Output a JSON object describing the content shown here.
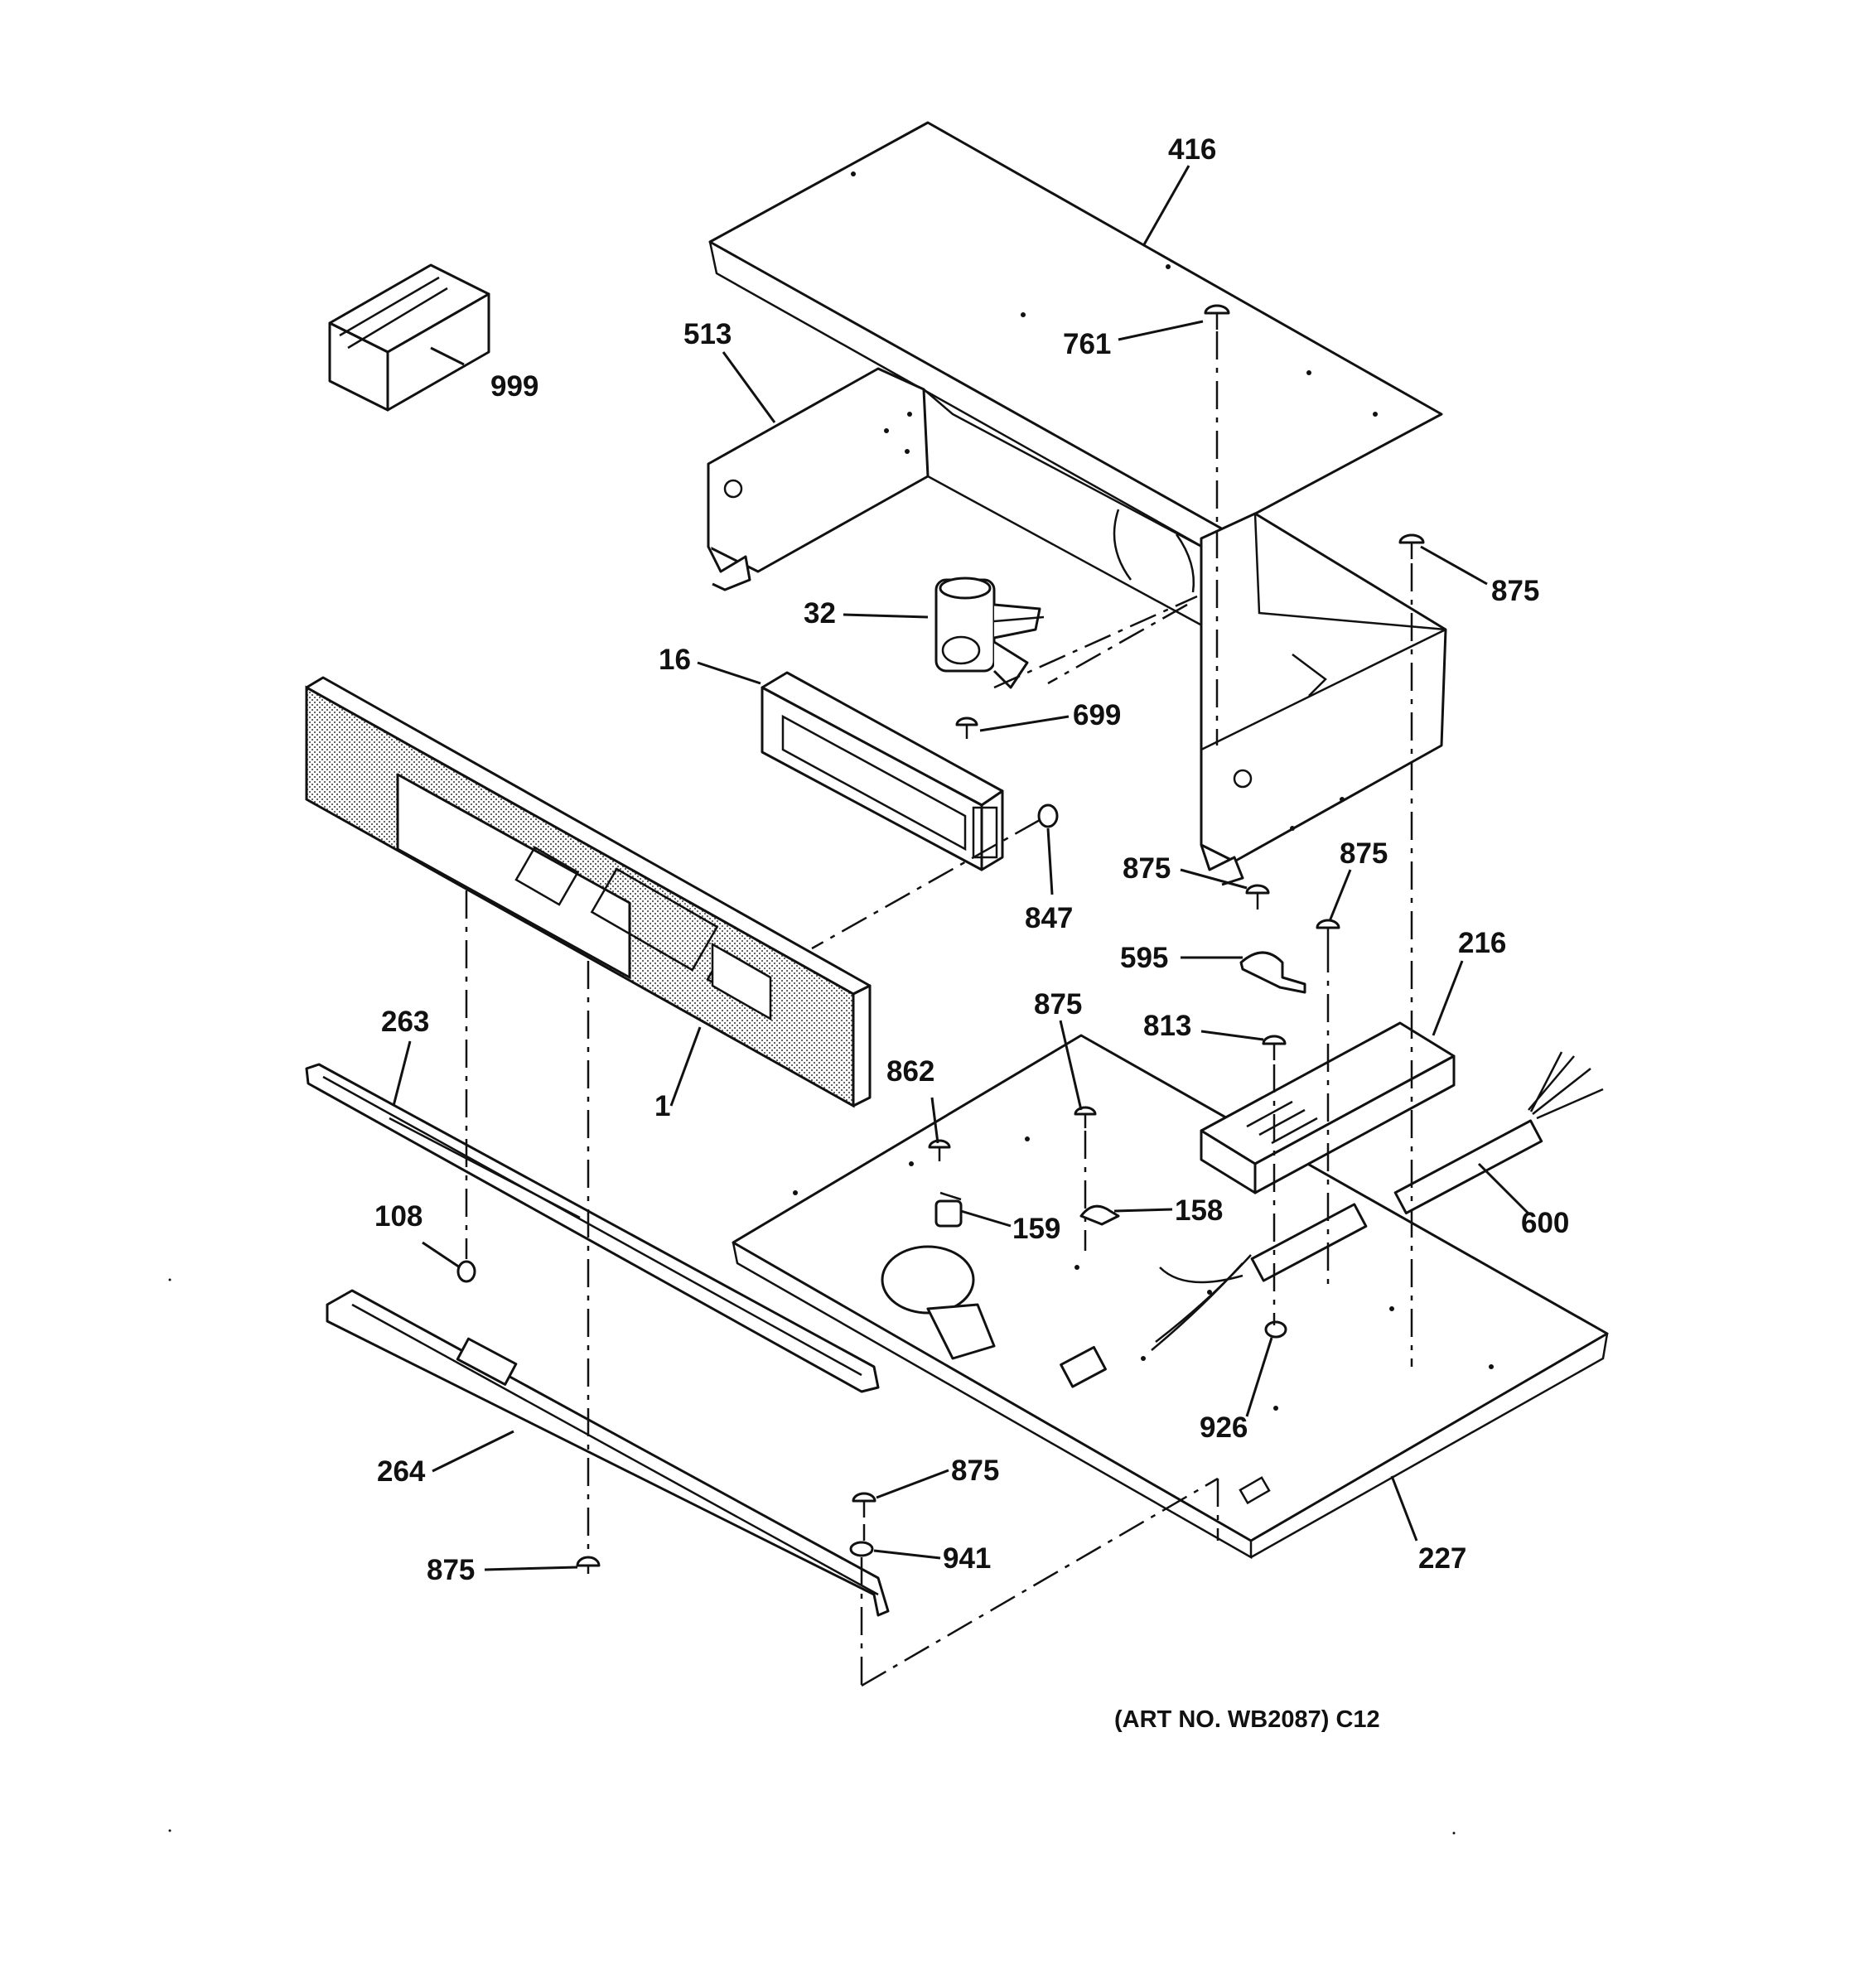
{
  "labels": {
    "p416": "416",
    "p999": "999",
    "p513": "513",
    "p761": "761",
    "p875_top": "875",
    "p32": "32",
    "p16": "16",
    "p699": "699",
    "p847": "847",
    "p875_mid_left": "875",
    "p875_mid_right": "875",
    "p216": "216",
    "p595": "595",
    "p813": "813",
    "p875_center": "875",
    "p263": "263",
    "p1": "1",
    "p862": "862",
    "p159": "159",
    "p158": "158",
    "p600": "600",
    "p108": "108",
    "p926": "926",
    "p264": "264",
    "p875_lower": "875",
    "p941": "941",
    "p875_bottom": "875",
    "p227": "227"
  },
  "caption": "(ART NO. WB2087) C12"
}
